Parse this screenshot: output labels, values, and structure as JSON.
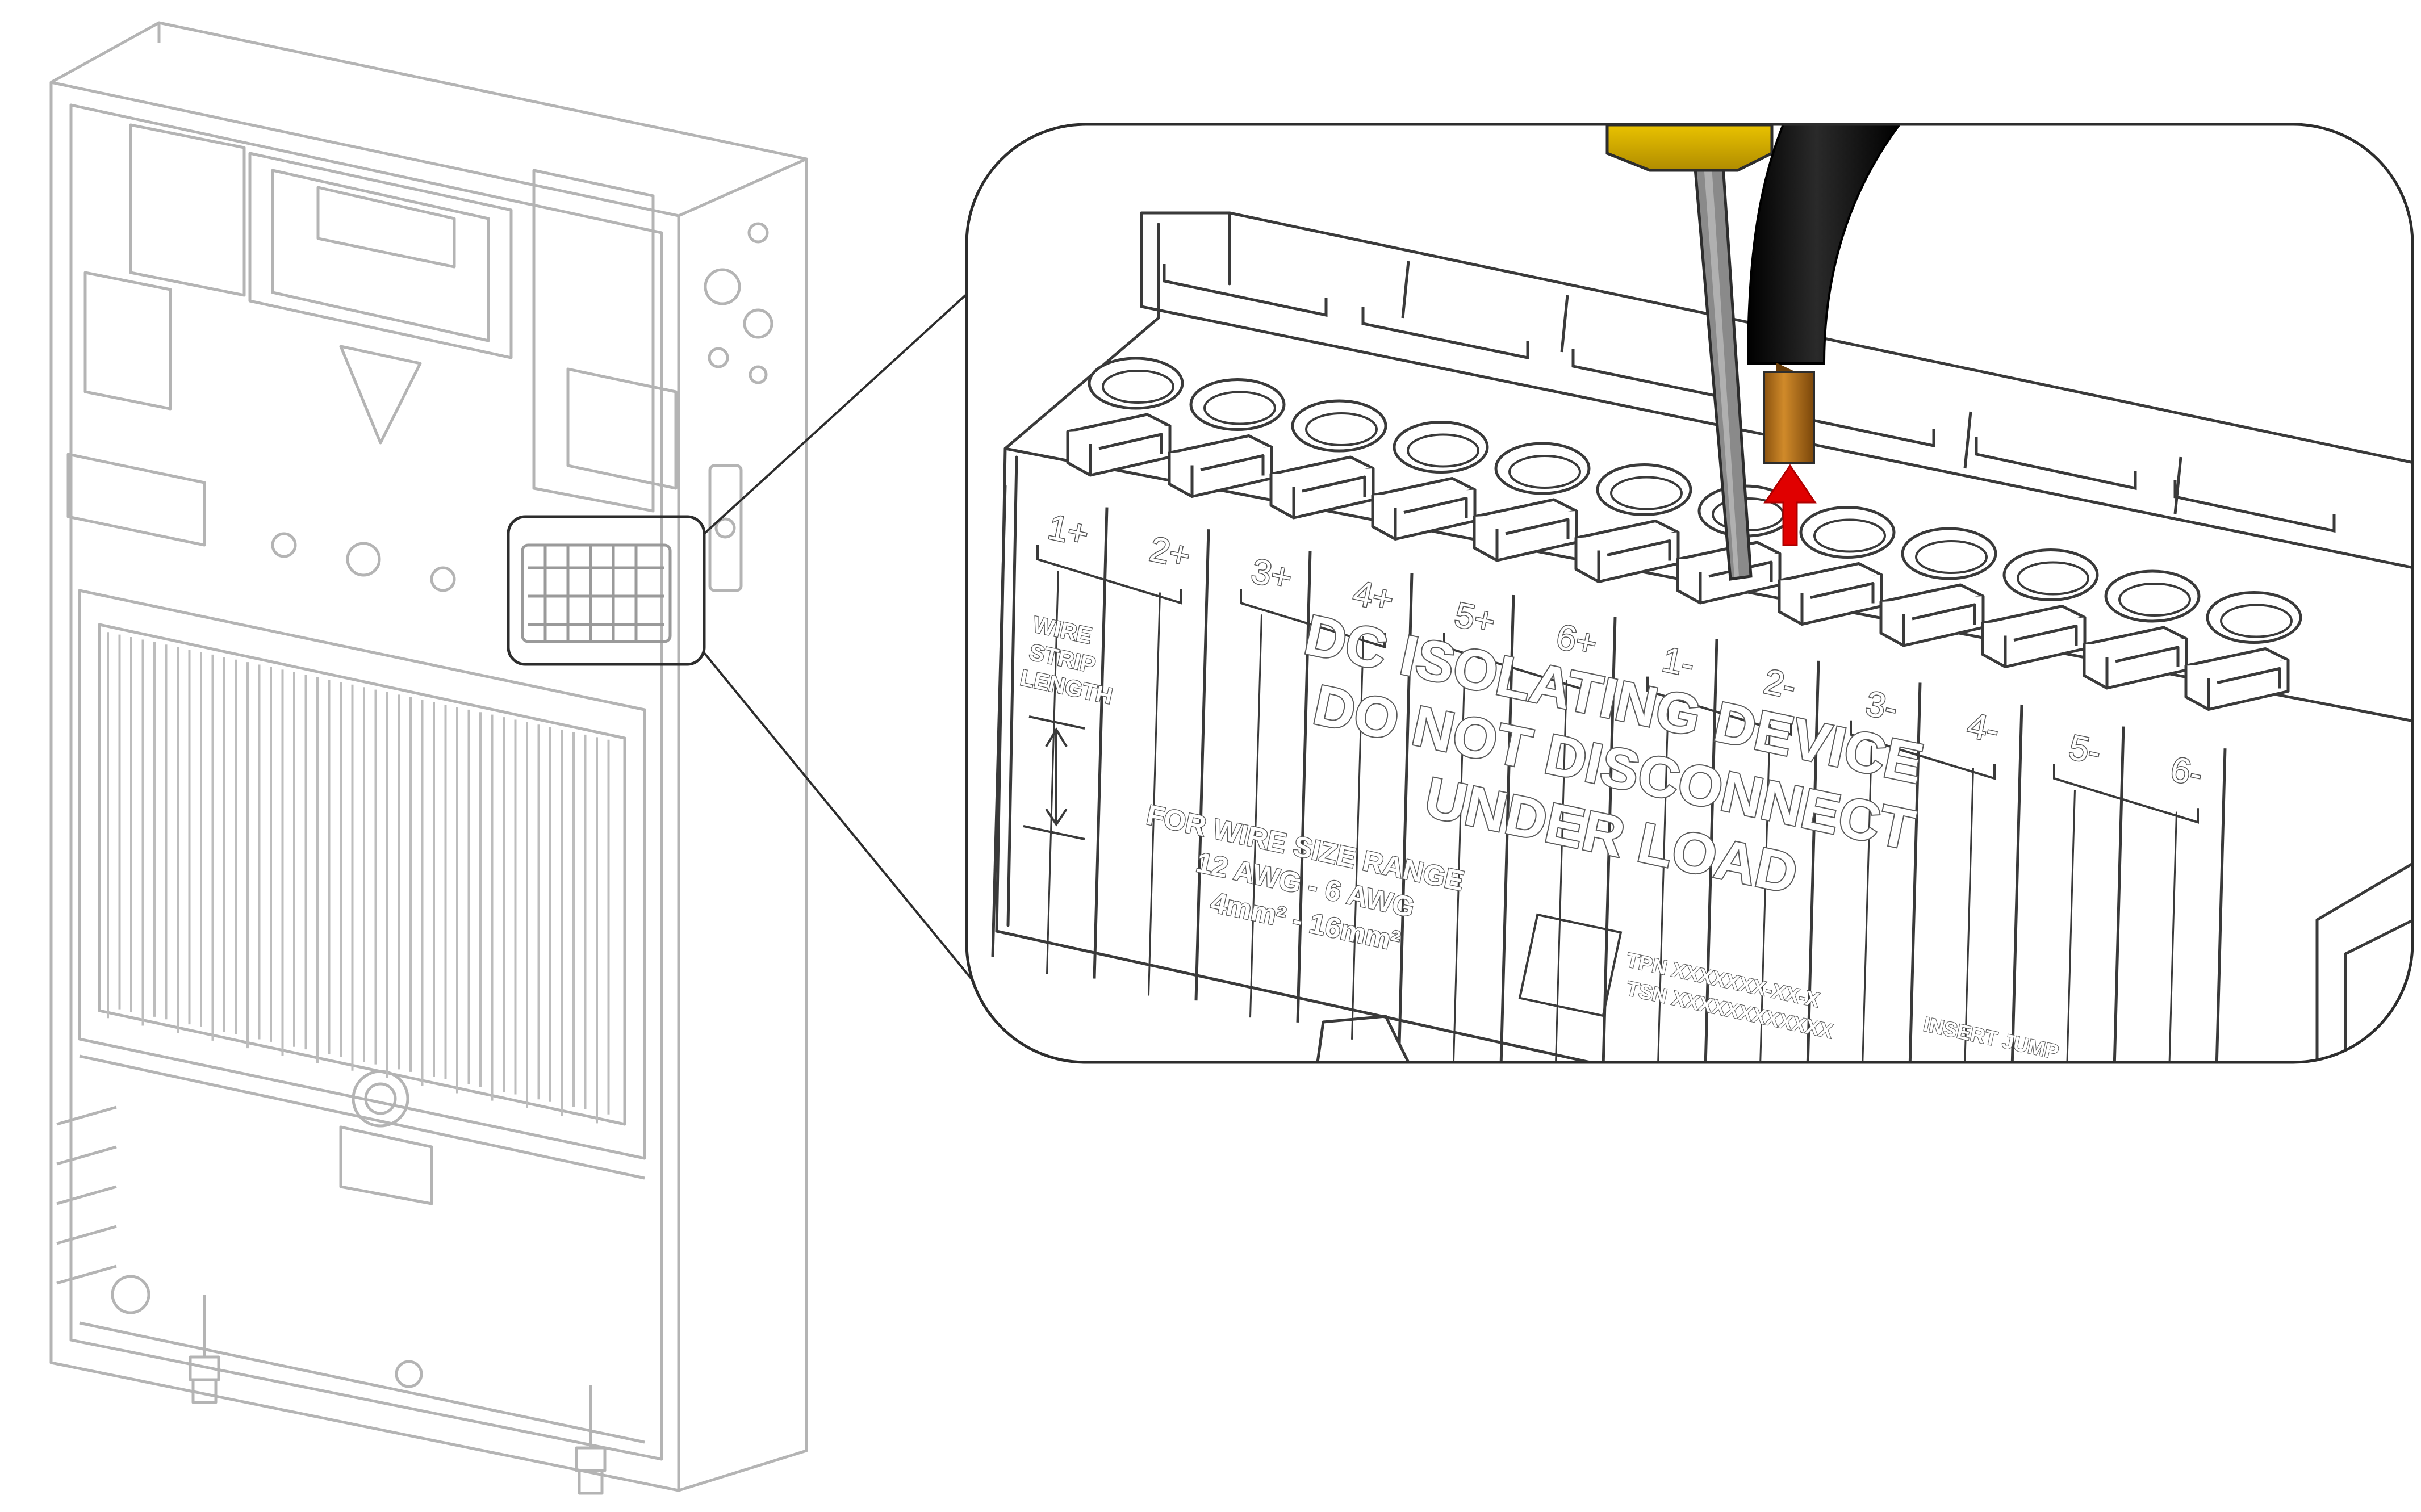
{
  "diagram": {
    "positive_terminals": [
      "1+",
      "2+",
      "3+",
      "4+",
      "5+",
      "6+"
    ],
    "negative_terminals": [
      "1-",
      "2-",
      "3-",
      "4-",
      "5-",
      "6-"
    ],
    "wire_strip_label": [
      "WIRE",
      "STRIP",
      "LENGTH"
    ],
    "warning_lines": [
      "DC ISOLATING DEVICE",
      "DO NOT DISCONNECT",
      "UNDER LOAD"
    ],
    "wire_size_lines": [
      "FOR WIRE SIZE RANGE",
      "12 AWG - 6 AWG",
      "4mm² - 16mm²"
    ],
    "tpn_label": "TPN XXXXXXX-XX-X",
    "tsn_label": "TSN XXXXXXXXXXXX",
    "insert_label": "INSERT JUMP",
    "colors": {
      "line": "#3a3a3a",
      "faint_line": "#b4b4b4",
      "screwdriver_handle": "#d4aa00",
      "screwdriver_shaft": "#8a8a8a",
      "cable_jacket": "#0a0a0a",
      "ferrule": "#b8741a",
      "arrow": "#e00000"
    },
    "icons": {
      "arrow": "red-up-arrow",
      "tool": "flathead-screwdriver",
      "cable": "ferruled-dc-cable"
    }
  }
}
